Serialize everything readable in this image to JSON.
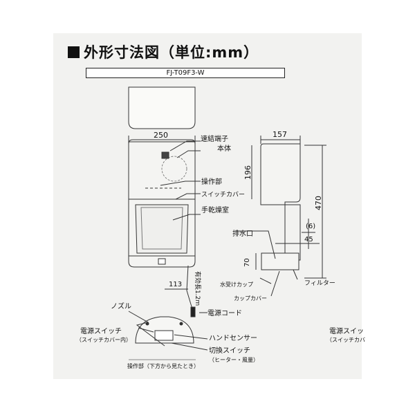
{
  "title": "外形寸法図（単位:mm）",
  "model": "FJ-T09F3-W",
  "dimensions": {
    "width": "250",
    "depth": "157",
    "upper_height": "196",
    "total_height": "470",
    "gap": "(6)",
    "offset": "45",
    "cup_height": "70",
    "cord_offset": "113",
    "cord_length": "有効長1.2m"
  },
  "labels": {
    "connector": "速結端子",
    "body": "本体",
    "control": "操作部",
    "switch_cover": "スイッチカバー",
    "dry_chamber": "手乾燥室",
    "drain": "排水口",
    "water_cup": "水受けカップ",
    "cup_cover": "カップカバー",
    "filter": "フィルター",
    "power_cord": "電源コード",
    "nozzle": "ノズル",
    "power_switch": "電源スイッチ",
    "power_switch_sub": "（スイッチカバー内）",
    "hand_sensor": "ハンドセンサー",
    "mode_switch": "切換スイッチ",
    "mode_switch_sub": "（ヒーター・風量）",
    "control_view": "操作部（下方から見たとき）",
    "cut_power_switch": "電源スイッ",
    "cut_power_switch_sub": "（スイッチカバ"
  }
}
